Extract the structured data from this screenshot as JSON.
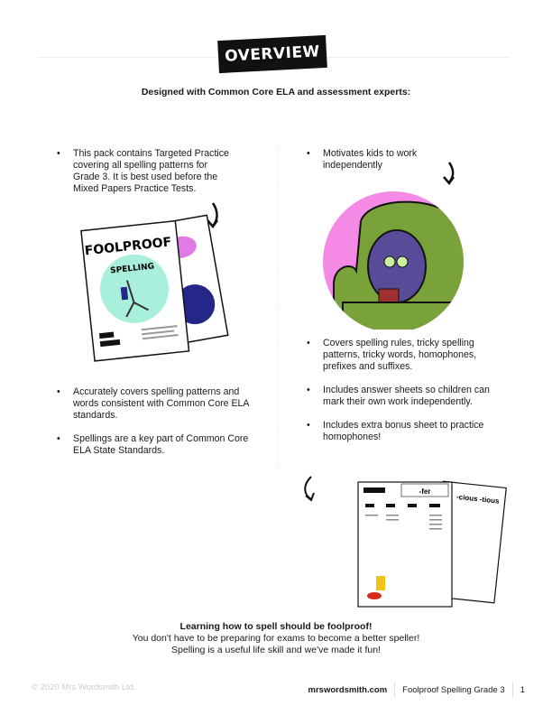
{
  "header": {
    "title": "OVERVIEW",
    "subtitle": "Designed with Common Core ELA and assessment experts:"
  },
  "left_column": {
    "bullets_top": [
      "This pack contains Targeted Practice covering all spelling patterns for Grade 3. It is best used before the Mixed Papers Practice Tests."
    ],
    "bullets_bottom": [
      "Accurately covers spelling patterns and words consistent with Common Core ELA standards.",
      "Spellings are a key part of Common Core ELA State Standards."
    ],
    "cover_image": {
      "title_line1": "FOOLPROOF",
      "title_line2": "SPELLING"
    }
  },
  "right_column": {
    "bullets_top": [
      "Motivates kids to work independently"
    ],
    "bullets_bottom": [
      "Covers spelling rules, tricky spelling patterns, tricky words, homophones, prefixes and suffixes.",
      "Includes answer sheets so children can mark their own work independently.",
      "Includes extra bonus sheet to practice homophones!"
    ],
    "worksheet_image": {
      "sheet1_title": "-fer",
      "sheet2_title": "-cious -tious"
    }
  },
  "closing": {
    "heading": "Learning how to spell should be foolproof!",
    "line1": "You don't have to be preparing for exams to become a better speller!",
    "line2": "Spelling is a useful life skill and we've made it fun!"
  },
  "footer": {
    "copyright": "© 2020 Mrs Wordsmith Ltd.",
    "site": "mrswordsmith.com",
    "book": "Foolproof Spelling Grade 3",
    "page": "1"
  },
  "colors": {
    "pink": "#f58ae6",
    "green": "#7aa23a",
    "mint": "#a8f0dc"
  }
}
